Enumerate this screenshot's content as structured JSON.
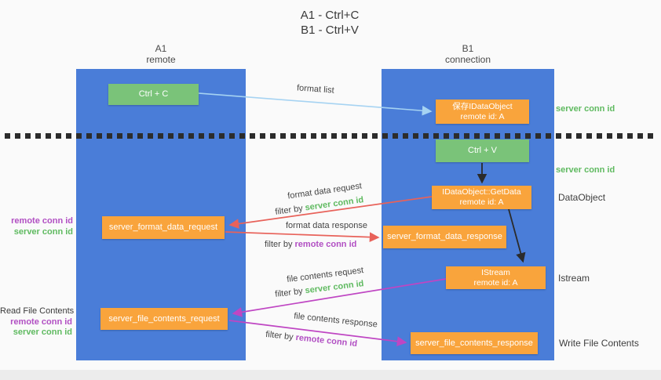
{
  "title": {
    "line1": "A1 - Ctrl+C",
    "line2": "B1 - Ctrl+V"
  },
  "columns": {
    "a": {
      "id": "A1",
      "role": "remote"
    },
    "b": {
      "id": "B1",
      "role": "connection"
    }
  },
  "nodes": {
    "ctrl_c": {
      "label": "Ctrl + C"
    },
    "ctrl_v": {
      "label": "Ctrl + V"
    },
    "save_dataobject": {
      "line1": "保存IDataObject",
      "line2": "remote id: A"
    },
    "getdata": {
      "line1": "IDataObject::GetData",
      "line2": "remote id: A"
    },
    "istream": {
      "line1": "IStream",
      "line2": "remote id: A"
    },
    "format_request": {
      "label": "server_format_data_request"
    },
    "format_response": {
      "label": "server_format_data_response"
    },
    "file_request": {
      "label": "server_file_contents_request"
    },
    "file_response": {
      "label": "server_file_contents_response"
    }
  },
  "arrow_labels": {
    "format_list": "format list",
    "format_data_request": "format data request",
    "format_data_response": "format data response",
    "file_contents_request": "file contents request",
    "file_contents_response": "file contents response",
    "filter_by": "filter by ",
    "server_conn_id": "server conn id",
    "remote_conn_id": "remote conn id"
  },
  "side_labels": {
    "right_server_conn_top": "server conn id",
    "right_server_conn_mid": "server conn id",
    "dataobject": "DataObject",
    "istream": "Istream",
    "write_file_contents": "Write File Contents",
    "read_file_contents": "Read File Contents",
    "format_remote_conn": "remote conn id",
    "format_server_conn": "server conn id",
    "file_remote_conn": "remote conn id",
    "file_server_conn": "server conn id"
  },
  "colors": {
    "background": "#fafafa",
    "column_blue": "#4a7dd8",
    "node_green": "#7ac379",
    "node_orange": "#f9a43c",
    "conn_id_green": "#5fba60",
    "conn_id_purple": "#b14fc3",
    "arrow_red": "#e8625a",
    "arrow_magenta": "#bf46c3",
    "arrow_light_blue": "#a6d3f2",
    "arrow_black": "#2b2b2b",
    "separator_black": "#2c2c2c"
  }
}
